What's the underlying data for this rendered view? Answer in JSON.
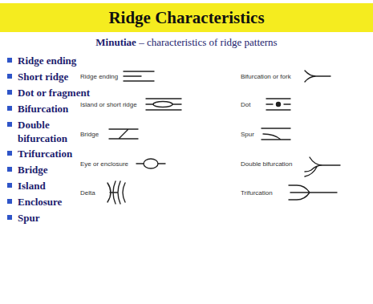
{
  "diagram": {
    "title": "Ridge Characteristics",
    "labels": [
      "Minutiae",
      "– characteristics of ridge patterns",
      "Ridge ending",
      "Short ridge",
      "Dot or fragment",
      "Bifurcation",
      "Double bifurcation",
      "Trifurcation",
      "Bridge",
      "Island",
      "Enclosure",
      "Spur",
      "Ridge ending",
      "Bifurcation or fork",
      "Island or short ridge",
      "Dot",
      "Bridge",
      "Spur",
      "Eye or enclosure",
      "Double bifurcation",
      "Delta",
      "Trifurcation"
    ]
  }
}
